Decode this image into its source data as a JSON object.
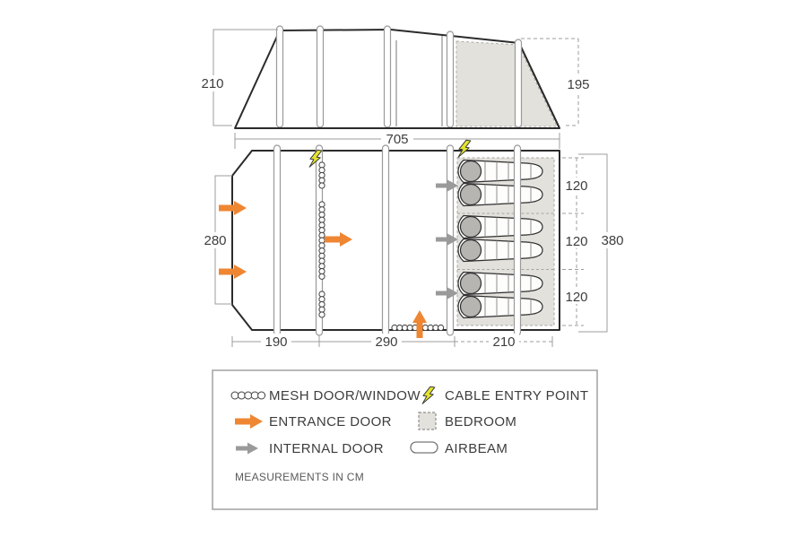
{
  "colors": {
    "outline": "#2b2b2b",
    "dim_line": "#9c9c9c",
    "text": "#3d3d3d",
    "entrance_arrow": "#ee8632",
    "internal_arrow": "#9a9a9a",
    "cable_yellow": "#e4e42f",
    "bedroom_fill": "#e3e1dc"
  },
  "elevation": {
    "dim_height_left": "210",
    "dim_height_right": "195",
    "dim_width": "705"
  },
  "floorplan": {
    "dim_left_height": "280",
    "dim_bottom": [
      "190",
      "290",
      "210"
    ],
    "dim_right_sections": [
      "120",
      "120",
      "120"
    ],
    "dim_right_total": "380",
    "bed_count": 6
  },
  "legend": {
    "items": [
      {
        "icon": "mesh-icon",
        "label": "MESH DOOR/WINDOW"
      },
      {
        "icon": "entrance-door-arrow-icon",
        "label": "ENTRANCE DOOR"
      },
      {
        "icon": "internal-door-arrow-icon",
        "label": "INTERNAL DOOR"
      },
      {
        "icon": "cable-entry-icon",
        "label": "CABLE ENTRY POINT"
      },
      {
        "icon": "bedroom-swatch-icon",
        "label": "BEDROOM"
      },
      {
        "icon": "airbeam-icon",
        "label": "AIRBEAM"
      }
    ],
    "note": "MEASUREMENTS IN CM"
  }
}
